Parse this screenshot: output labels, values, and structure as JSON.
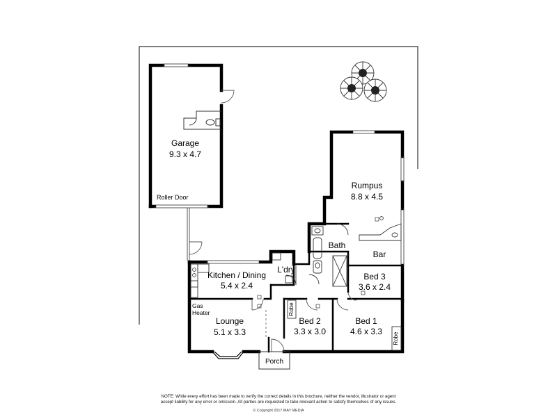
{
  "rooms": {
    "garage": {
      "name": "Garage",
      "dims": "9.3 x 4.7"
    },
    "roller_door": "Roller Door",
    "rumpus": {
      "name": "Rumpus",
      "dims": "8.8 x 4.5"
    },
    "bath": "Bath",
    "bar": "Bar",
    "laundry": "L'dry",
    "kitchen": {
      "name": "Kitchen / Dining",
      "dims": "5.4 x 2.4"
    },
    "bed3": {
      "name": "Bed 3",
      "dims": "3.6 x 2.4"
    },
    "gas_heater": {
      "line1": "Gas",
      "line2": "Heater"
    },
    "lounge": {
      "name": "Lounge",
      "dims": "5.1 x 3.3"
    },
    "robe_bed2": "Robe",
    "bed2": {
      "name": "Bed 2",
      "dims": "3.3 x 3.0"
    },
    "bed1": {
      "name": "Bed 1",
      "dims": "4.6 x 3.3"
    },
    "robe_bed1": "Robe",
    "porch": "Porch"
  },
  "footer": {
    "disclaimer_line1": "NOTE: While every effort has been made to verify the correct details in this brochure, neither the vendor, illustrator or agent",
    "disclaimer_line2": "accept liability for any error or omission. All parties are requested to take relevant action to satisfy themselves of any issues.",
    "copyright": "© Copyright 2017 MAY MEDIA"
  },
  "colors": {
    "wall": "#000000",
    "line": "#555555",
    "tree": "#333333"
  }
}
